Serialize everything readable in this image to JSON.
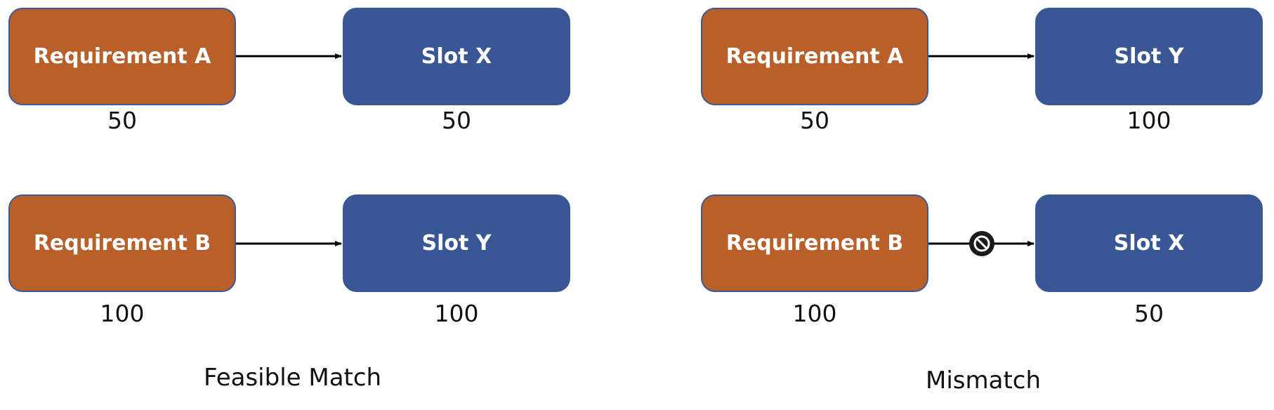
{
  "panels": {
    "left": {
      "caption": "Feasible Match",
      "rows": [
        {
          "requirement": "Requirement A",
          "requirement_value": "50",
          "slot": "Slot X",
          "slot_value": "50",
          "blocked": false
        },
        {
          "requirement": "Requirement B",
          "requirement_value": "100",
          "slot": "Slot Y",
          "slot_value": "100",
          "blocked": false
        }
      ]
    },
    "right": {
      "caption": "Mismatch",
      "rows": [
        {
          "requirement": "Requirement A",
          "requirement_value": "50",
          "slot": "Slot Y",
          "slot_value": "100",
          "blocked": false
        },
        {
          "requirement": "Requirement B",
          "requirement_value": "100",
          "slot": "Slot X",
          "slot_value": "50",
          "blocked": true
        }
      ]
    }
  },
  "colors": {
    "requirement_fill": "#b85f2a",
    "slot_fill": "#395795",
    "arrow": "#000000"
  },
  "icons": {
    "blocked": "prohibited-icon"
  }
}
